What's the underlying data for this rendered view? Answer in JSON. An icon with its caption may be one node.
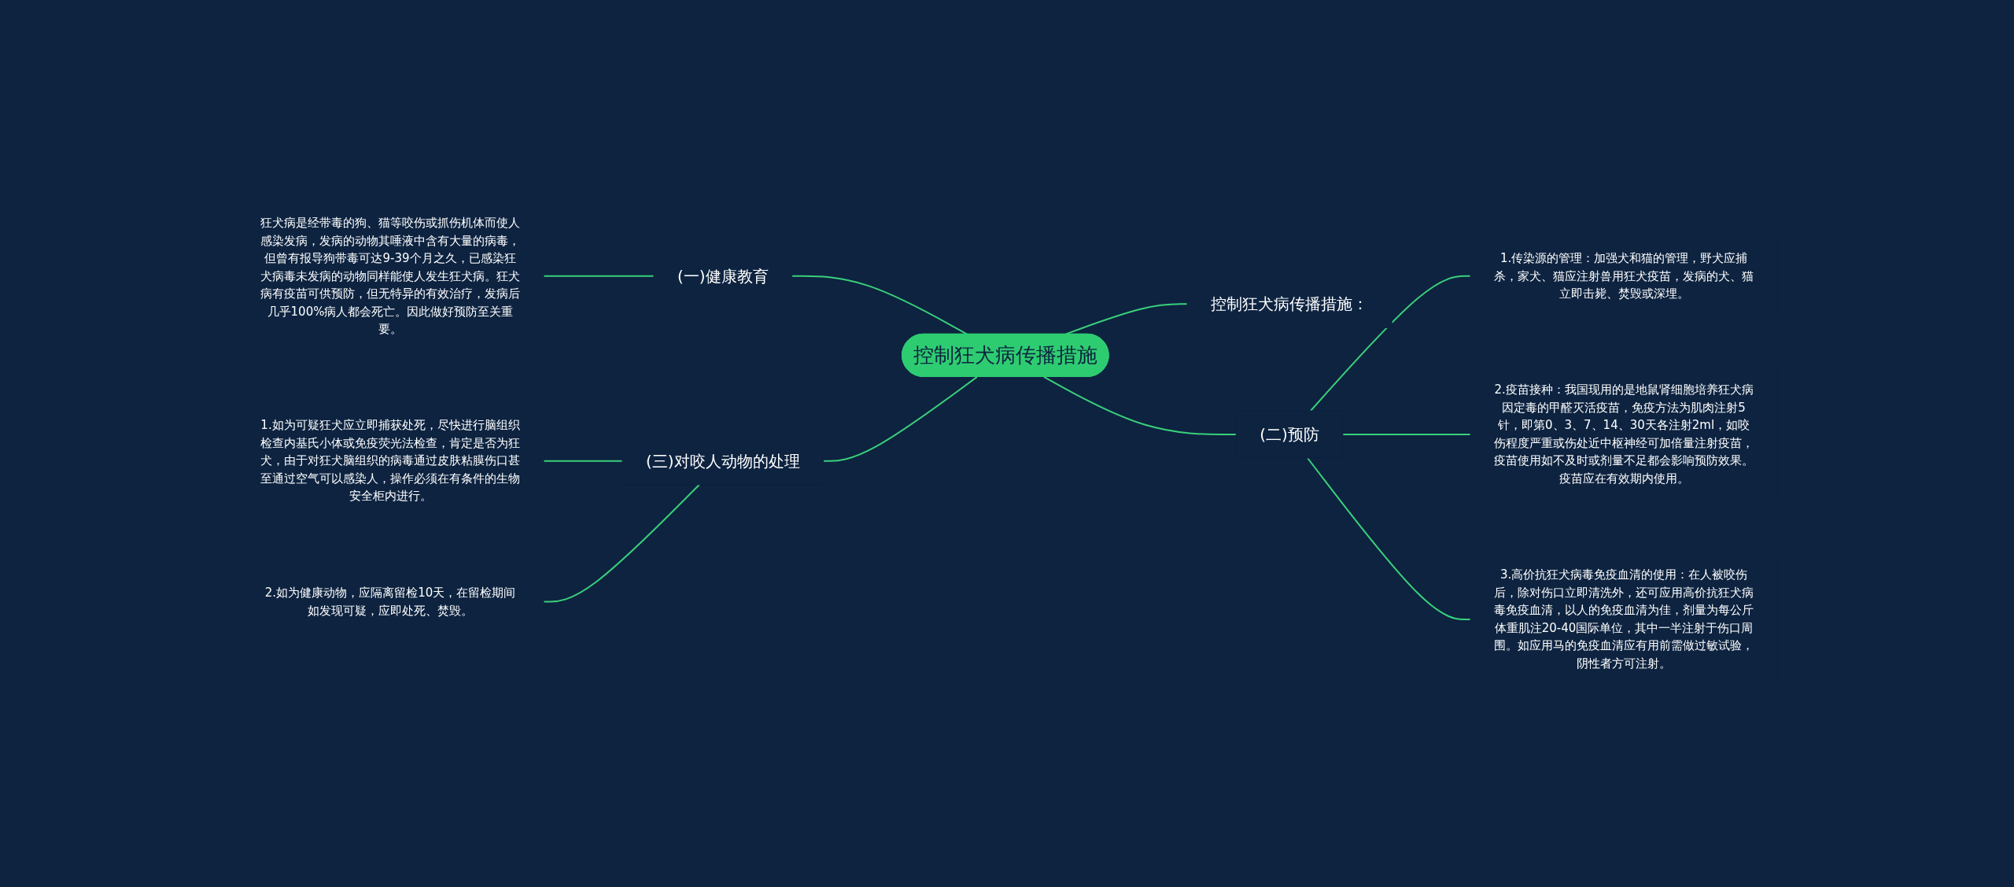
{
  "diagram": {
    "nodes": [
      {
        "text": [
          "控制狂犬病传播措施"
        ]
      },
      {
        "text": [
          "(一)健康教育"
        ]
      },
      {
        "text": [
          "狂犬病是经带毒的狗、猫等咬伤或抓伤机体而使人感染发病，发病的动物其唾液中含有大量的病毒，但曾有报导狗带毒可达9-39个月之久，已感染狂犬病毒未发病的动物同样能使人发生狂犬病。狂犬病有疫苗可供预防，但无特异的有效治疗，发病后几乎100%病人都会死亡。因此做好预防至关重要。"
        ]
      },
      {
        "text": [
          "控制狂犬病传播措施："
        ]
      },
      {
        "text": [
          "(二)预防"
        ]
      },
      {
        "text": [
          "1.传染源的管理：加强犬和猫的管理，野犬应捕杀，家犬、猫应注射兽用狂犬疫苗，发病的犬、猫立即击毙、焚毁或深埋。"
        ]
      },
      {
        "text": [
          "2.疫苗接种：我国现用的是地鼠肾细胞培养狂犬病因定毒的甲醛灭活疫苗，免疫方法为肌肉注射5针，即第0、3、7、14、30天各注射2ml，如咬伤程度严重或伤处近中枢神经可加倍量注射疫苗，疫苗使用如不及时或剂量不足都会影响预防效果。疫苗应在有效期内使用。"
        ]
      },
      {
        "text": [
          "3.高价抗狂犬病毒免疫血清的使用：在人被咬伤后，除对伤口立即清洗外，还可应用高价抗狂犬病毒免疫血清，以人的免疫血清为佳，剂量为每公斤体重肌注20-40国际单位，其中一半注射于伤口周围。如应用马的免疫血清应有用前需做过敏试验，阴性者方可注射。"
        ]
      },
      {
        "text": [
          "(三)对咬人动物的处理"
        ]
      },
      {
        "text": [
          "1.如为可疑狂犬应立即捕获处死，尽快进行脑组织检查内基氏小体或免疫荧光法检查，肯定是否为狂犬，由于对狂犬脑组织的病毒通过皮肤粘膜伤口甚至通过空气可以感染人，操作必须在有条件的生物安全柜内进行。"
        ]
      },
      {
        "text": [
          "2.如为健康动物，应隔离留检10天，在留检期间如发现可疑，应即处死、焚毁。"
        ]
      }
    ],
    "edges": [
      {
        "from": 2,
        "to": 1,
        "arrow": "none"
      },
      {
        "from": 1,
        "to": 0,
        "arrow": "none"
      },
      {
        "from": 0,
        "to": 3,
        "arrow": "none"
      },
      {
        "from": 0,
        "to": 4,
        "arrow": "none"
      },
      {
        "from": 4,
        "to": 5,
        "arrow": "none"
      },
      {
        "from": 4,
        "to": 6,
        "arrow": "none"
      },
      {
        "from": 4,
        "to": 7,
        "arrow": "none"
      },
      {
        "from": 9,
        "to": 8,
        "arrow": "none"
      },
      {
        "from": 10,
        "to": 8,
        "arrow": "none"
      },
      {
        "from": 8,
        "to": 0,
        "arrow": "none"
      }
    ]
  }
}
